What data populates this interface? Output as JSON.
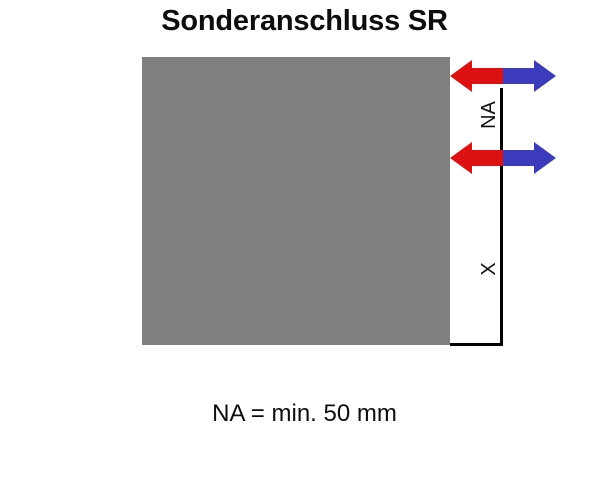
{
  "diagram": {
    "title": "Sonderanschluss SR",
    "caption": "NA = min. 50 mm",
    "labels": {
      "na": "NA",
      "x": "X"
    },
    "colors": {
      "panel_gray": "#808080",
      "arrow_red": "#DD1111",
      "arrow_blue": "#3B3BBB",
      "line_black": "#000000",
      "background": "#FFFFFF",
      "text": "#0D0D0D"
    },
    "arrow_pairs": [
      {
        "name": "top",
        "left_arrow": "red-left-arrow",
        "right_arrow": "blue-right-arrow"
      },
      {
        "name": "bottom",
        "left_arrow": "red-left-arrow",
        "right_arrow": "blue-right-arrow"
      }
    ]
  }
}
